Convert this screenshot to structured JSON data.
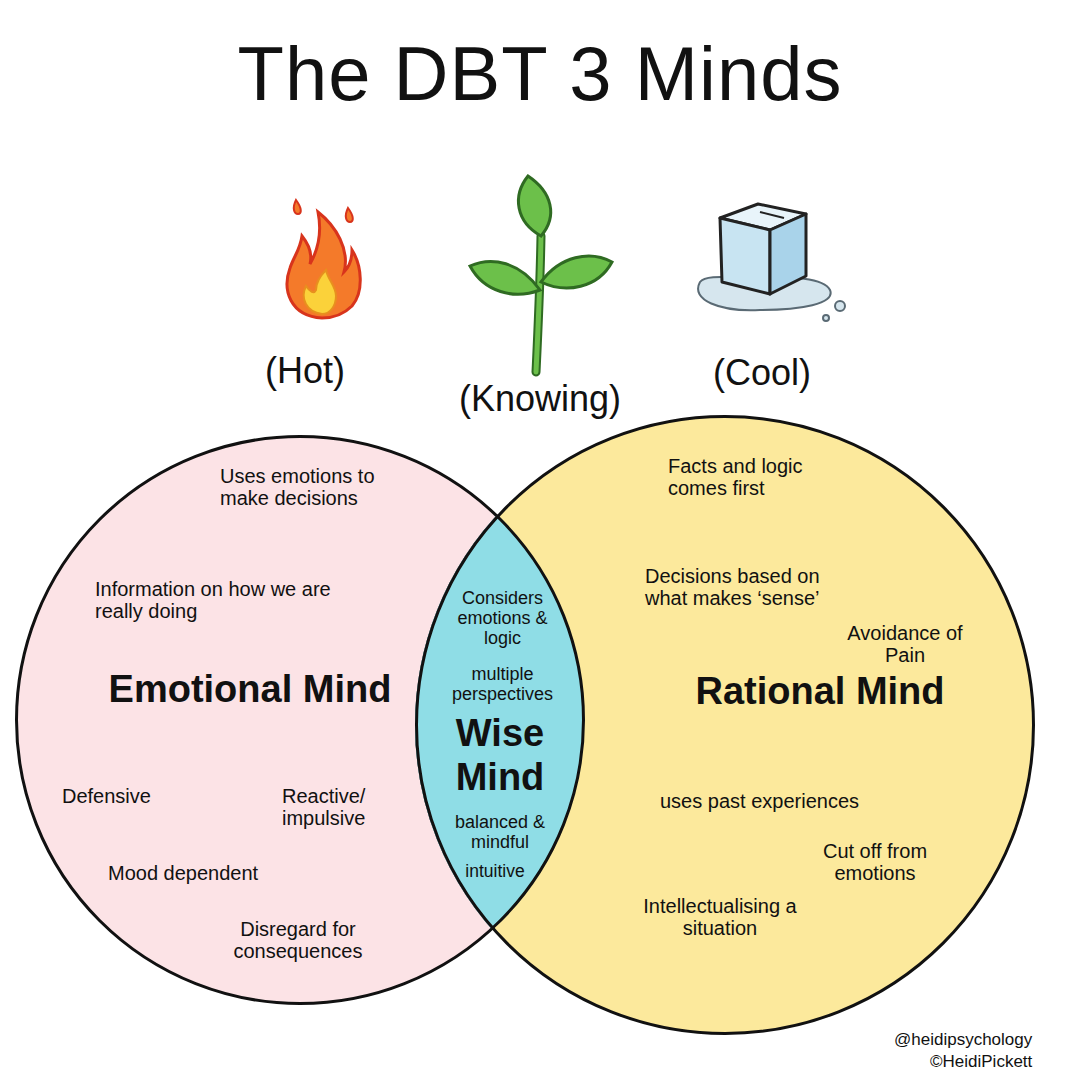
{
  "diagram": {
    "title": "The DBT 3 Minds",
    "nodes": [
      {
        "text": [
          "Uses emotions to make decisions",
          "Information on how we are really doing",
          "Emotional Mind",
          "Defensive",
          "Reactive/ impulsive",
          "Mood dependent",
          "Disregard for consequences"
        ]
      },
      {
        "text": [
          "Considers emotions & logic",
          "multiple perspectives",
          "Wise Mind",
          "balanced & mindful",
          "intuitive"
        ]
      },
      {
        "text": [
          "Facts and logic comes first",
          "Decisions based on what makes ‘sense’",
          "Avoidance of Pain",
          "Rational Mind",
          "uses past experiences",
          "Cut off from emotions",
          "Intellectualising a situation"
        ]
      }
    ],
    "labels": [
      "(Hot)",
      "(Knowing)",
      "(Cool)",
      "@heidipsychology",
      "©HeidiPickett"
    ]
  }
}
